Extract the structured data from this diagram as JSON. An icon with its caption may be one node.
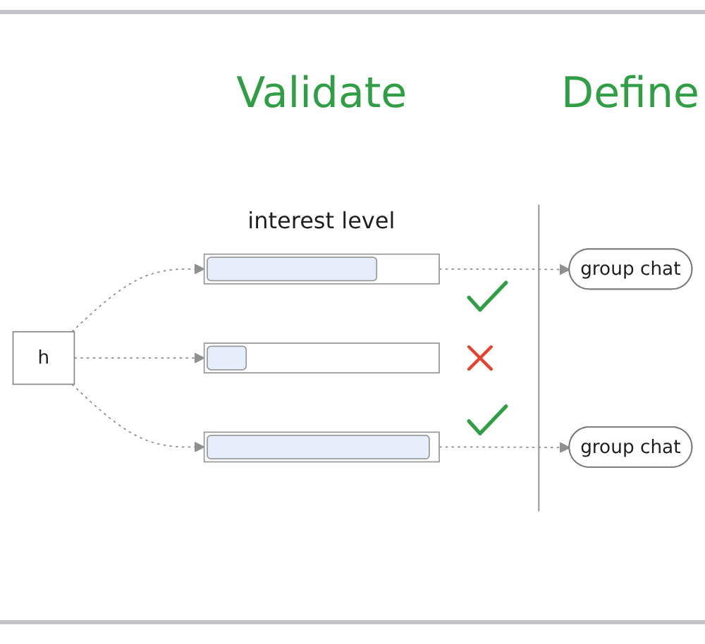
{
  "diagram": {
    "nodes": [
      {
        "text": [
          "h"
        ]
      },
      {
        "text": [],
        "shape": "bar"
      },
      {
        "text": [],
        "shape": "bar"
      },
      {
        "text": [],
        "shape": "bar"
      },
      {
        "text": [
          "group chat"
        ]
      },
      {
        "text": [
          "group chat"
        ]
      }
    ],
    "edges": [
      {
        "from": 0,
        "to": 1,
        "arrow": "to",
        "style": "dashed"
      },
      {
        "from": 0,
        "to": 2,
        "arrow": "to",
        "style": "dashed"
      },
      {
        "from": 0,
        "to": 3,
        "arrow": "to",
        "style": "dashed"
      },
      {
        "from": 1,
        "to": 4,
        "arrow": "to",
        "style": "dashed"
      },
      {
        "from": 3,
        "to": 5,
        "arrow": "to",
        "style": "dashed"
      }
    ],
    "labels": [
      "Validate",
      "Define",
      "interest level"
    ]
  }
}
